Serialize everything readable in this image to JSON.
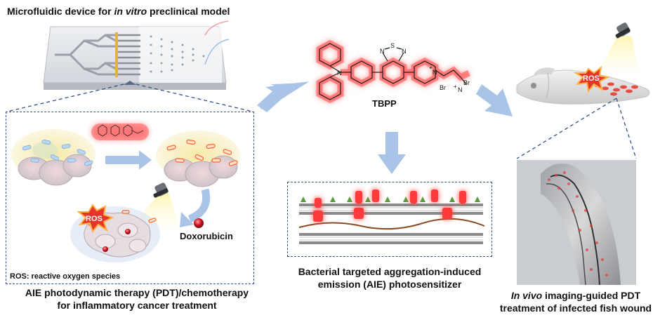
{
  "figure": {
    "top_left_title_plain": "Microfluidic device for ",
    "top_left_title_italic": "in vitro",
    "top_left_title_end": " preclinical model",
    "molecule_name": "TBPP",
    "molecule_atoms": {
      "sulfur": "S",
      "nitrogen_left": "N",
      "nitrogen_right": "N",
      "amine_n": "N",
      "pyridinium_n": "N",
      "plus": "+",
      "bromide_1": "Br",
      "bromide_2": "Br",
      "ammonium_n": "N",
      "ammonium_plus": "+"
    },
    "left_panel": {
      "ros_label": "ROS",
      "drug_label": "Doxorubicin",
      "footnote": "ROS: reactive oxygen species",
      "caption_line1": "AIE photodynamic therapy (PDT)/chemotherapy",
      "caption_line2": "for inflammatory cancer treatment"
    },
    "middle_panel": {
      "caption_line1": "Bacterial targeted aggregation-induced",
      "caption_line2": "emission (AIE) photosensitizer"
    },
    "right_panel": {
      "ros_label": "ROS",
      "caption_italic": "In vivo",
      "caption_line1_rest": " imaging-guided PDT",
      "caption_line2": "treatment of infected fish wound"
    },
    "colors": {
      "frame_blue": "#34508a",
      "arrow_blue": "#a9c4e6",
      "glow_red": "#ff3b3b",
      "ros_red": "#e8352a",
      "membrane_gray": "#8a8a8a",
      "wave_brown": "#8a4a24"
    }
  }
}
